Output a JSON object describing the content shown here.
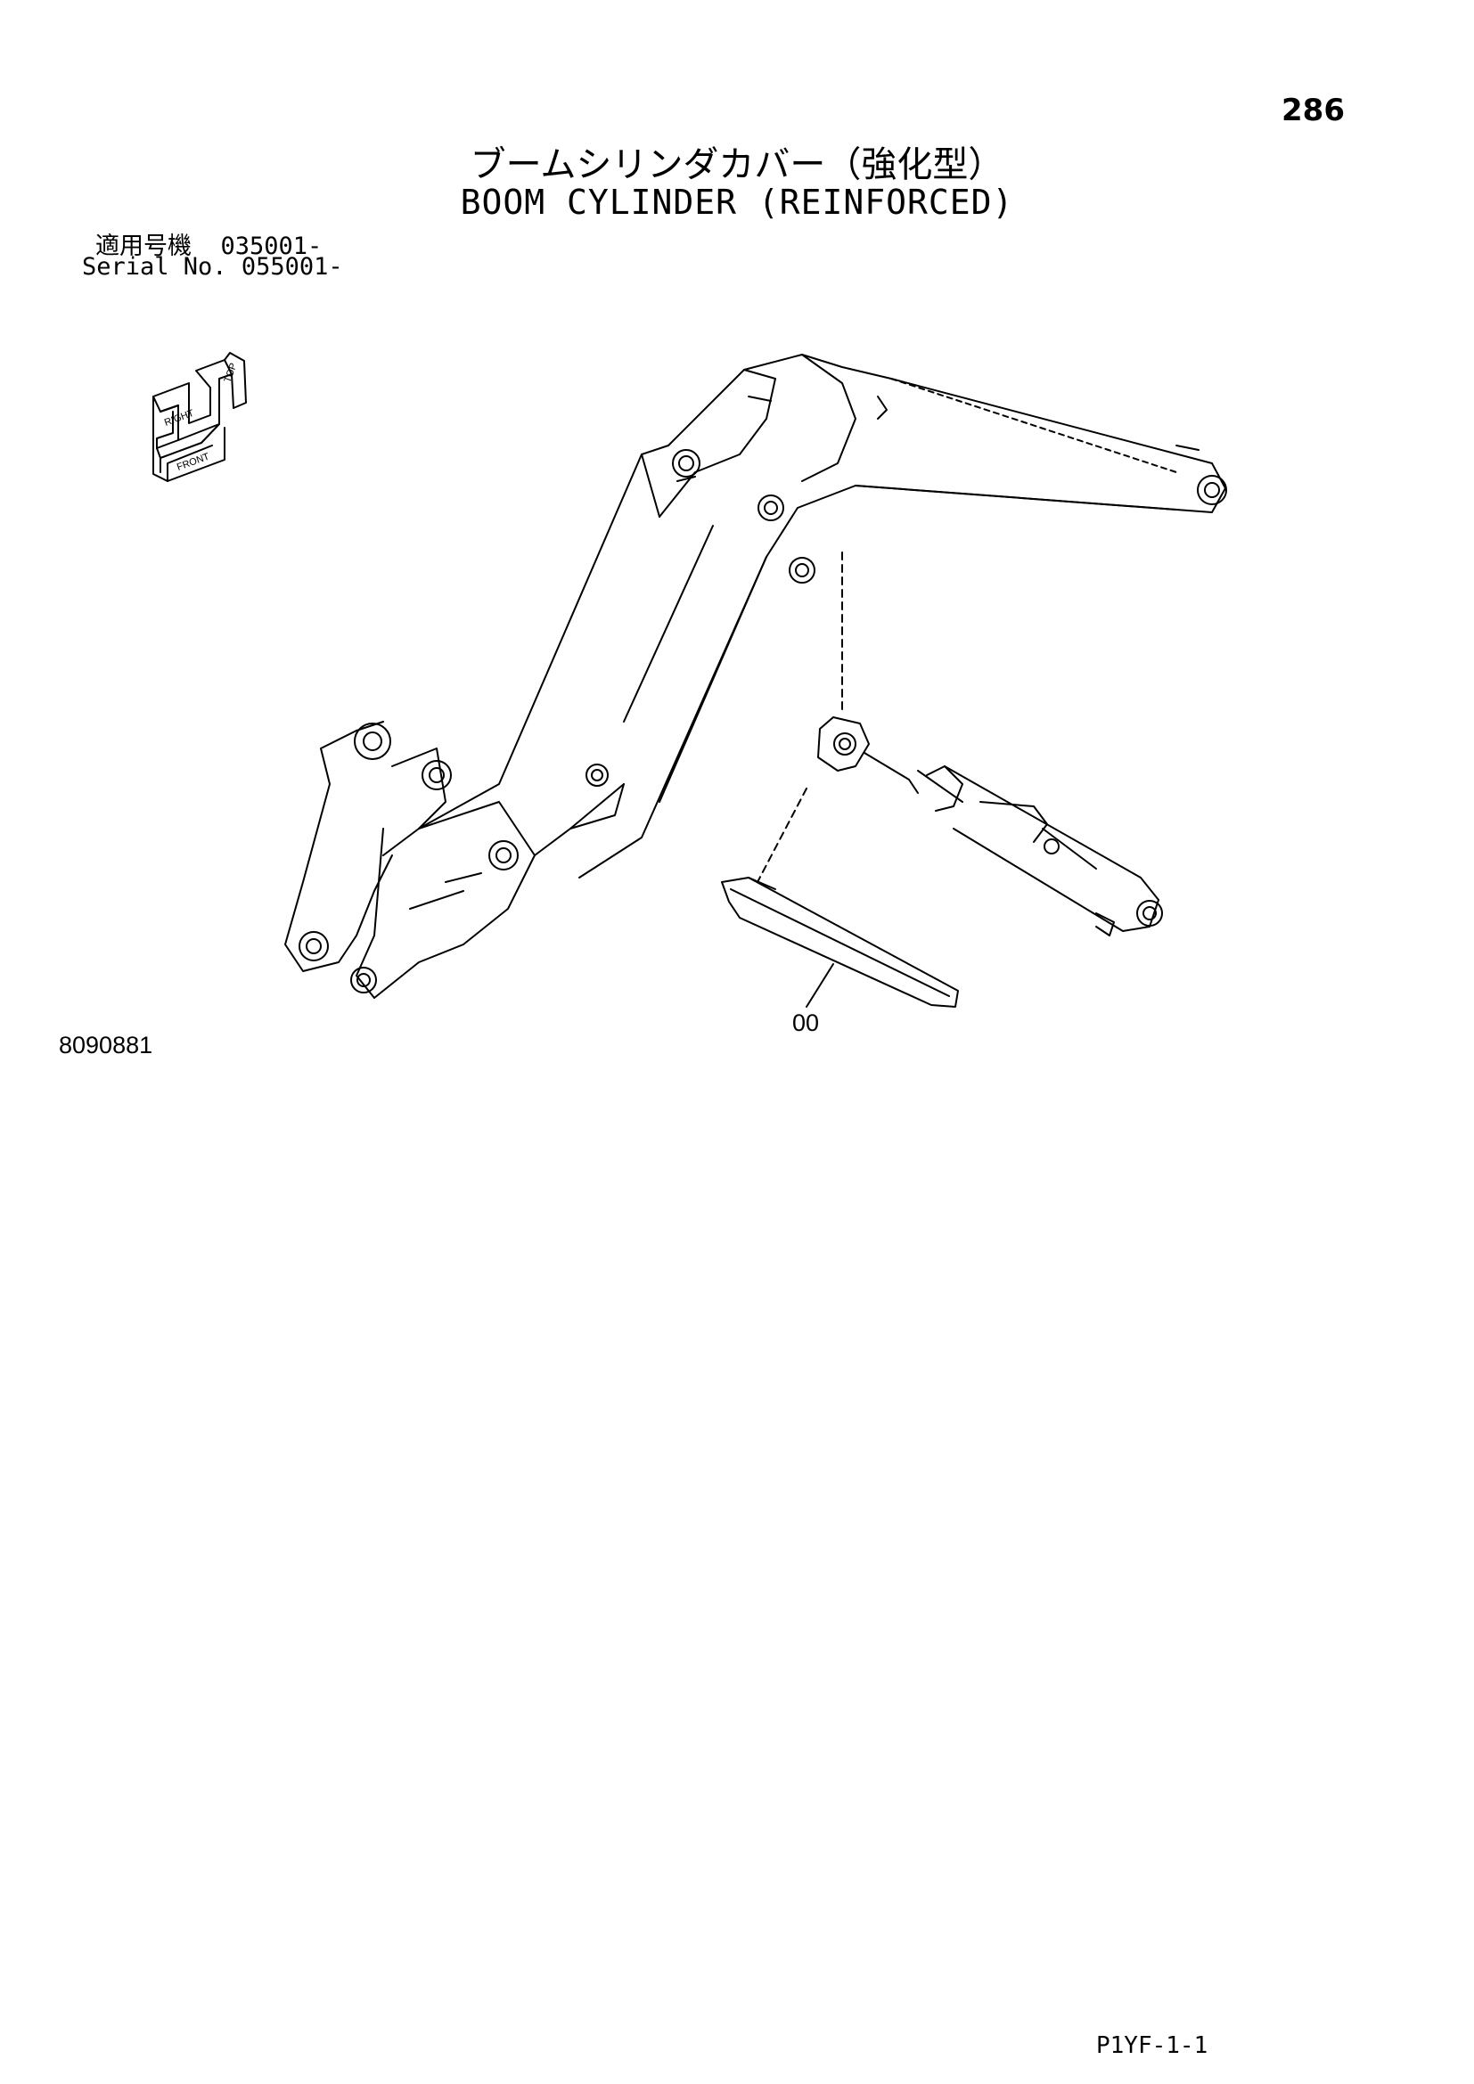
{
  "header": {
    "page_number": "286",
    "title_jp": "ブームシリンダカバー（強化型）",
    "title_en": "BOOM CYLINDER (REINFORCED)"
  },
  "applicability": {
    "jp_label": "適用号機",
    "jp_value": "035001-",
    "en_label": "Serial No.",
    "en_value": "055001-"
  },
  "orientation_indicator": {
    "labels": [
      "TOP",
      "RIGHT",
      "FRONT"
    ]
  },
  "drawing": {
    "drawing_number": "8090881",
    "part_callout": "00"
  },
  "footer": {
    "code": "P1YF-1-1"
  }
}
